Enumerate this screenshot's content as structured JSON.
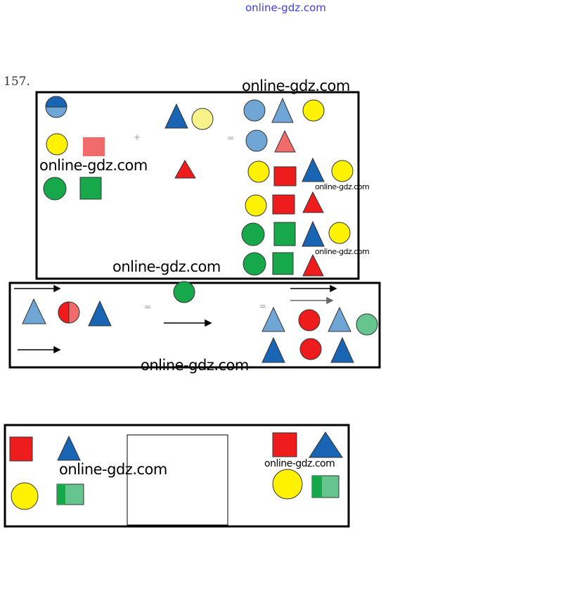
{
  "header": {
    "site_link": "online-gdz.com"
  },
  "exercise_number": "157.",
  "watermark": "online-gdz.com",
  "operators": {
    "plus": "+",
    "equals": "="
  },
  "colors": {
    "red": "#ee1c1c",
    "light_red": "#f26b6b",
    "blue": "#1a64b4",
    "light_blue": "#6fa6d6",
    "yellow": "#fff200",
    "green": "#16a84a",
    "light_green": "#66c58e",
    "link": "#3b3bf5"
  }
}
